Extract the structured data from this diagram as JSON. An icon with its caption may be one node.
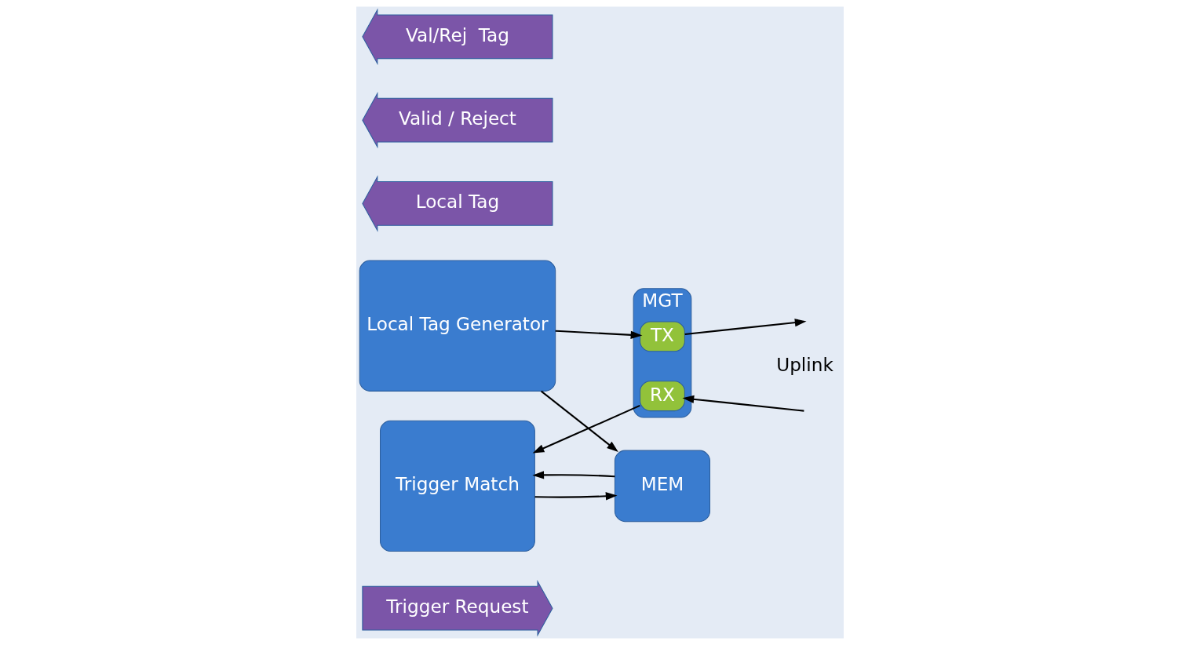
{
  "diagram": {
    "nodes": [
      {
        "text": [
          "Trigger Request"
        ]
      },
      {
        "text": [
          "Local Tag Generator"
        ]
      },
      {
        "text": [
          "MGT"
        ]
      },
      {
        "text": [
          "TX"
        ],
        "in": 2
      },
      {
        "text": [
          "Local Tag"
        ]
      },
      {
        "text": [
          "RX"
        ],
        "in": 2
      },
      {
        "text": [
          "Valid / Reject"
        ]
      },
      {
        "text": [
          "Trigger Match"
        ]
      },
      {
        "text": [
          "MEM"
        ]
      },
      {
        "text": [
          "Val/Rej  Tag"
        ]
      }
    ],
    "edges": [
      {
        "from": 1,
        "to": 3,
        "arrow": "to"
      },
      {
        "from": 3,
        "to": null,
        "arrow": "to"
      },
      {
        "from": null,
        "to": 5,
        "arrow": "to"
      },
      {
        "from": 1,
        "to": 8,
        "arrow": "to"
      },
      {
        "from": 5,
        "to": 7,
        "arrow": "to"
      },
      {
        "from": 7,
        "to": 8,
        "arrow": "to"
      },
      {
        "from": 8,
        "to": 7,
        "arrow": "to"
      }
    ],
    "labels": [
      "Uplink"
    ]
  }
}
